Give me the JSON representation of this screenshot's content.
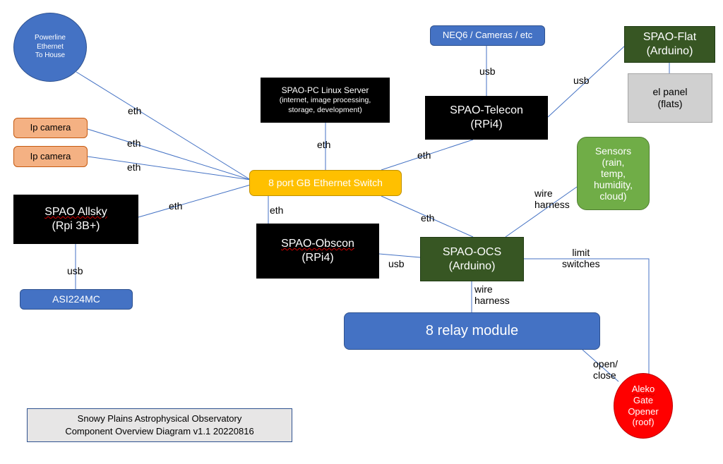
{
  "nodes": {
    "powerline": [
      "Powerline",
      "Ethernet",
      "To House"
    ],
    "ip_camera_1": "Ip camera",
    "ip_camera_2": "Ip camera",
    "allsky": [
      "SPAO Allsky",
      "(Rpi 3B+)"
    ],
    "asi224mc": "ASI224MC",
    "linux_server": [
      "SPAO-PC Linux Server",
      "(internet, image processing,",
      "storage, development)"
    ],
    "switch": "8 port GB Ethernet Switch",
    "obscon": [
      "SPAO-Obscon",
      "(RPi4)"
    ],
    "neq6": "NEQ6 / Cameras / etc",
    "telecon": [
      "SPAO-Telecon",
      "(RPi4)"
    ],
    "flat": [
      "SPAO-Flat",
      "(Arduino)"
    ],
    "el_panel": [
      "el panel",
      "(flats)"
    ],
    "sensors": [
      "Sensors",
      "(rain,",
      "temp,",
      "humidity,",
      "cloud)"
    ],
    "ocs": [
      "SPAO-OCS",
      "(Arduino)"
    ],
    "relay": "8 relay module",
    "gate": [
      "Aleko",
      "Gate",
      "Opener",
      "(roof)"
    ],
    "caption": [
      "Snowy Plains Astrophysical Observatory",
      "Component Overview Diagram v1.1 20220816"
    ]
  },
  "edge_labels": {
    "powerline_eth": "eth",
    "ipcam1_eth": "eth",
    "ipcam2_eth": "eth",
    "allsky_eth": "eth",
    "allsky_usb": "usb",
    "server_eth": "eth",
    "obscon_eth": "eth",
    "telecon_eth": "eth",
    "ocs_eth": "eth",
    "neq6_usb": "usb",
    "flat_usb": "usb",
    "obscon_ocs_usb": "usb",
    "sensors_wire": [
      "wire",
      "harness"
    ],
    "relay_wire": [
      "wire",
      "harness"
    ],
    "limit": [
      "limit",
      "switches"
    ],
    "open_close": [
      "open/",
      "close"
    ]
  },
  "colors": {
    "line": "#4472c4",
    "blue": "#4472c4",
    "black": "#000000",
    "dark_green": "#375623",
    "light_green": "#70ad47",
    "orange": "#f4b183",
    "yellow": "#ffc000",
    "grey": "#d0d0d0",
    "red": "#ff0000"
  }
}
